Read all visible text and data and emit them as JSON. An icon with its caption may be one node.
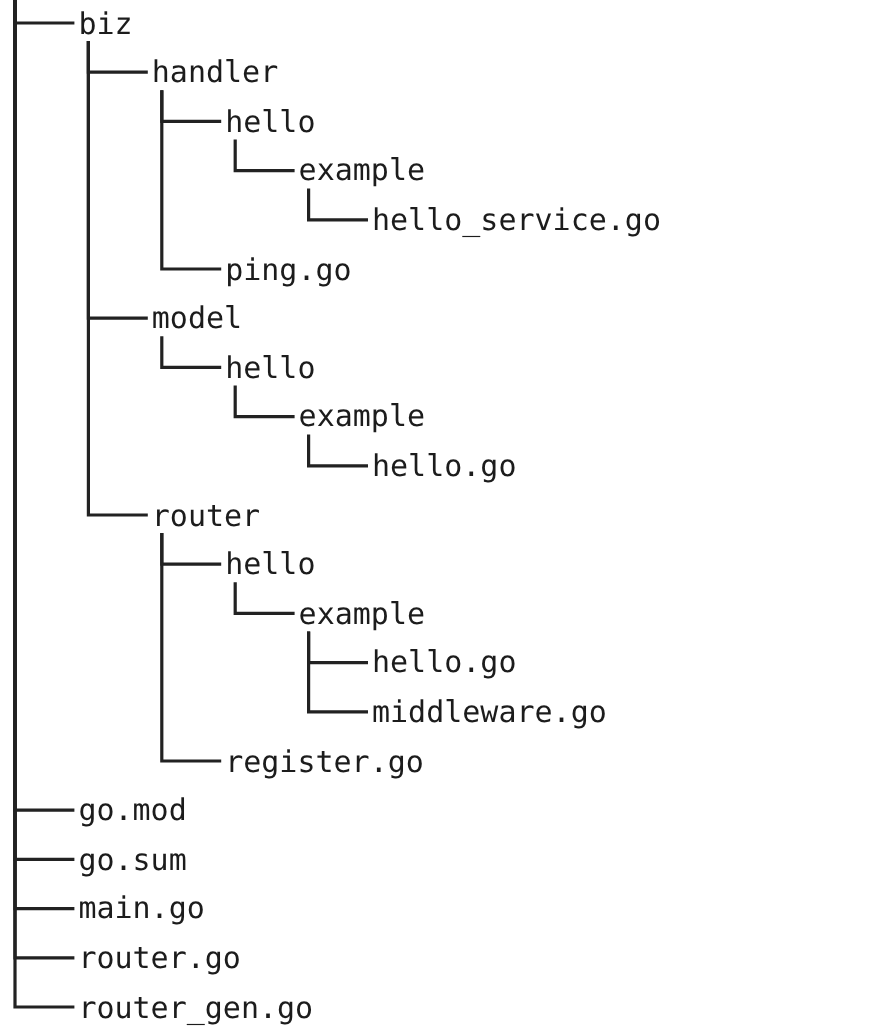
{
  "diagram": {
    "nodes": [
      {
        "text": [
          "biz"
        ]
      },
      {
        "text": [
          "handler"
        ]
      },
      {
        "text": [
          "hello"
        ]
      },
      {
        "text": [
          "example"
        ]
      },
      {
        "text": [
          "hello_service.go"
        ]
      },
      {
        "text": [
          "ping.go"
        ]
      },
      {
        "text": [
          "model"
        ]
      },
      {
        "text": [
          "hello"
        ]
      },
      {
        "text": [
          "example"
        ]
      },
      {
        "text": [
          "hello.go"
        ]
      },
      {
        "text": [
          "router"
        ]
      },
      {
        "text": [
          "hello"
        ]
      },
      {
        "text": [
          "example"
        ]
      },
      {
        "text": [
          "hello.go"
        ]
      },
      {
        "text": [
          "middleware.go"
        ]
      },
      {
        "text": [
          "register.go"
        ]
      },
      {
        "text": [
          "go.mod"
        ]
      },
      {
        "text": [
          "go.sum"
        ]
      },
      {
        "text": [
          "main.go"
        ]
      },
      {
        "text": [
          "router.go"
        ]
      },
      {
        "text": [
          "router_gen.go"
        ]
      }
    ],
    "edges": [
      {
        "from": null,
        "to": 0,
        "arrow": "none"
      },
      {
        "from": 0,
        "to": 1,
        "arrow": "none"
      },
      {
        "from": 1,
        "to": 2,
        "arrow": "none"
      },
      {
        "from": 2,
        "to": 3,
        "arrow": "none"
      },
      {
        "from": 3,
        "to": 4,
        "arrow": "none"
      },
      {
        "from": 1,
        "to": 5,
        "arrow": "none"
      },
      {
        "from": 0,
        "to": 6,
        "arrow": "none"
      },
      {
        "from": 6,
        "to": 7,
        "arrow": "none"
      },
      {
        "from": 7,
        "to": 8,
        "arrow": "none"
      },
      {
        "from": 8,
        "to": 9,
        "arrow": "none"
      },
      {
        "from": 0,
        "to": 10,
        "arrow": "none"
      },
      {
        "from": 10,
        "to": 11,
        "arrow": "none"
      },
      {
        "from": 11,
        "to": 12,
        "arrow": "none"
      },
      {
        "from": 12,
        "to": 13,
        "arrow": "none"
      },
      {
        "from": 12,
        "to": 14,
        "arrow": "none"
      },
      {
        "from": 10,
        "to": 15,
        "arrow": "none"
      },
      {
        "from": null,
        "to": 16,
        "arrow": "none"
      },
      {
        "from": null,
        "to": 17,
        "arrow": "none"
      },
      {
        "from": null,
        "to": 18,
        "arrow": "none"
      },
      {
        "from": null,
        "to": 19,
        "arrow": "none"
      },
      {
        "from": null,
        "to": 20,
        "arrow": "none"
      }
    ]
  }
}
